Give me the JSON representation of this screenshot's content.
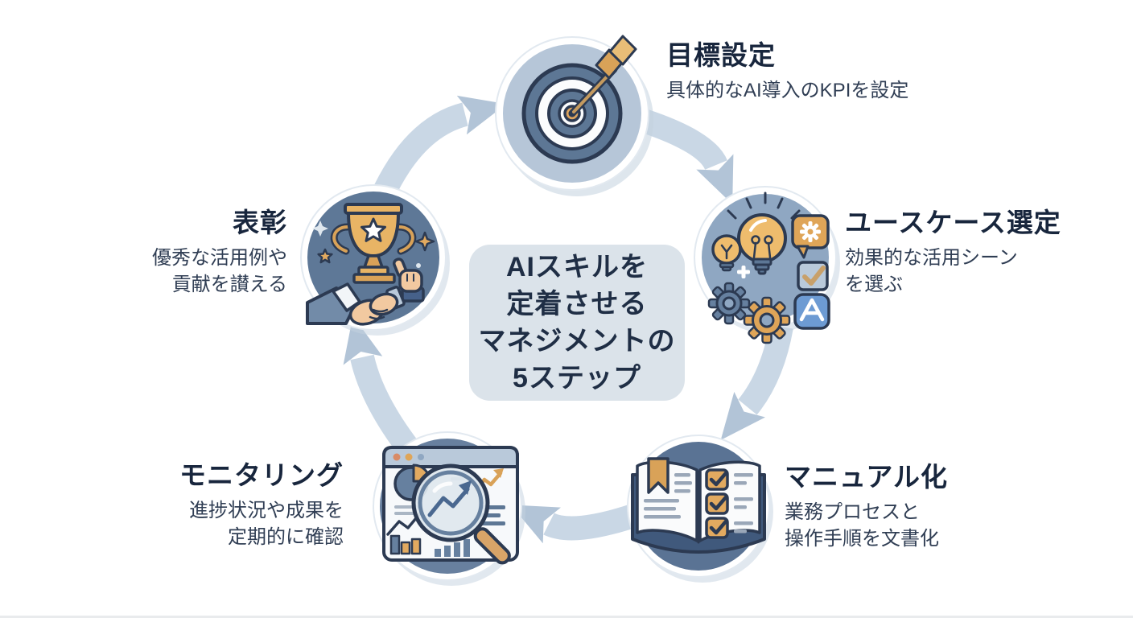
{
  "diagram": {
    "center_title_lines": [
      "AIスキルを",
      "定着させる",
      "マネジメントの",
      "5ステップ"
    ],
    "steps": [
      {
        "id": "goal-setting",
        "label": "目標設定",
        "desc1": "具体的なAI導入のKPIを設定",
        "icon": "target-bullseye-arrow-icon"
      },
      {
        "id": "use-case-selection",
        "label": "ユースケース選定",
        "desc1": "効果的な活用シーン",
        "desc2": "を選ぶ",
        "icon": "lightbulb-gears-icon"
      },
      {
        "id": "manualization",
        "label": "マニュアル化",
        "desc1": "業務プロセスと",
        "desc2": "操作手順を文書化",
        "icon": "open-manual-checklist-icon"
      },
      {
        "id": "monitoring",
        "label": "モニタリング",
        "desc1": "進捗状況や成果を",
        "desc2": "定期的に確認",
        "icon": "dashboard-magnifier-icon"
      },
      {
        "id": "recognition",
        "label": "表彰",
        "desc1": "優秀な活用例や",
        "desc2": "貢献を讃える",
        "icon": "trophy-handshake-icon"
      }
    ],
    "flow": "clockwise-cycle-of-5-steps",
    "colors": {
      "background": "#ffffff",
      "arrow_band": "#c9d7e5",
      "arrow_head": "#b2c4d7",
      "center_box_bg": "#dbe3ea",
      "heading_text": "#18263d",
      "desc_text": "#303e54",
      "outline_navy": "#2c3a52",
      "accent_orange": "#e2aa60",
      "node_goal_bg": "#b6c6d8",
      "node_usecase_bg": "#8fa7c2",
      "node_manual_bg": "#5a7394",
      "node_monitoring_bg": "#68809f",
      "node_recognition_bg": "#5e7897"
    }
  }
}
